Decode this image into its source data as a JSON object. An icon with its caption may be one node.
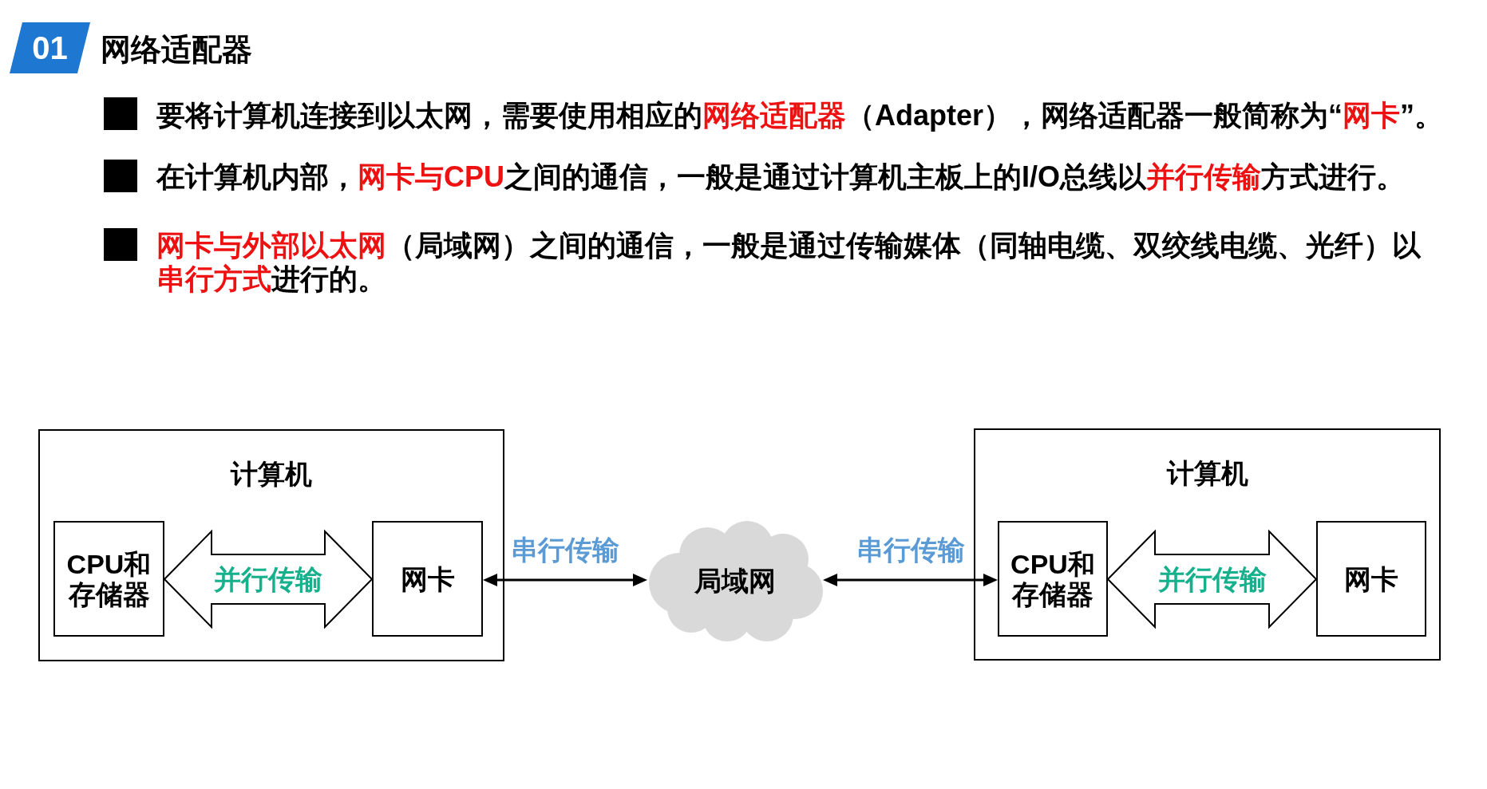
{
  "diagram": {
    "title": "网络适配器",
    "nodes": [
      {
        "text": [
          "计算机"
        ]
      },
      {
        "text": [
          "CPU和存储器"
        ],
        "in": 0
      },
      {
        "text": [
          "网卡"
        ],
        "in": 0
      },
      {
        "text": [
          "局域网"
        ]
      },
      {
        "text": [
          "计算机"
        ]
      },
      {
        "text": [
          "CPU和存储器"
        ],
        "in": 4
      },
      {
        "text": [
          "网卡"
        ],
        "in": 4
      }
    ],
    "edges": [
      {
        "from": 1,
        "to": 2,
        "arrow": "both",
        "label": "并行传输",
        "style": "thick"
      },
      {
        "from": 2,
        "to": 3,
        "arrow": "both",
        "label": "串行传输"
      },
      {
        "from": 3,
        "to": 5,
        "arrow": "both",
        "label": "串行传输"
      },
      {
        "from": 5,
        "to": 6,
        "arrow": "both",
        "label": "并行传输",
        "style": "thick"
      }
    ],
    "labels": [
      "01",
      "要将计算机连接到以太网，需要使用相应的**网络适配器**（Adapter），网络适配器一般简称为“**网卡**”。",
      "在计算机内部，**网卡与CPU**之间的通信，一般是通过计算机主板上的I/O总线以**并行传输**方式进行。",
      "**网卡与外部以太网**（局域网）之间的通信，一般是通过传输媒体（同轴电缆、双绞线电缆、光纤）以**串行方式**进行的。"
    ]
  }
}
